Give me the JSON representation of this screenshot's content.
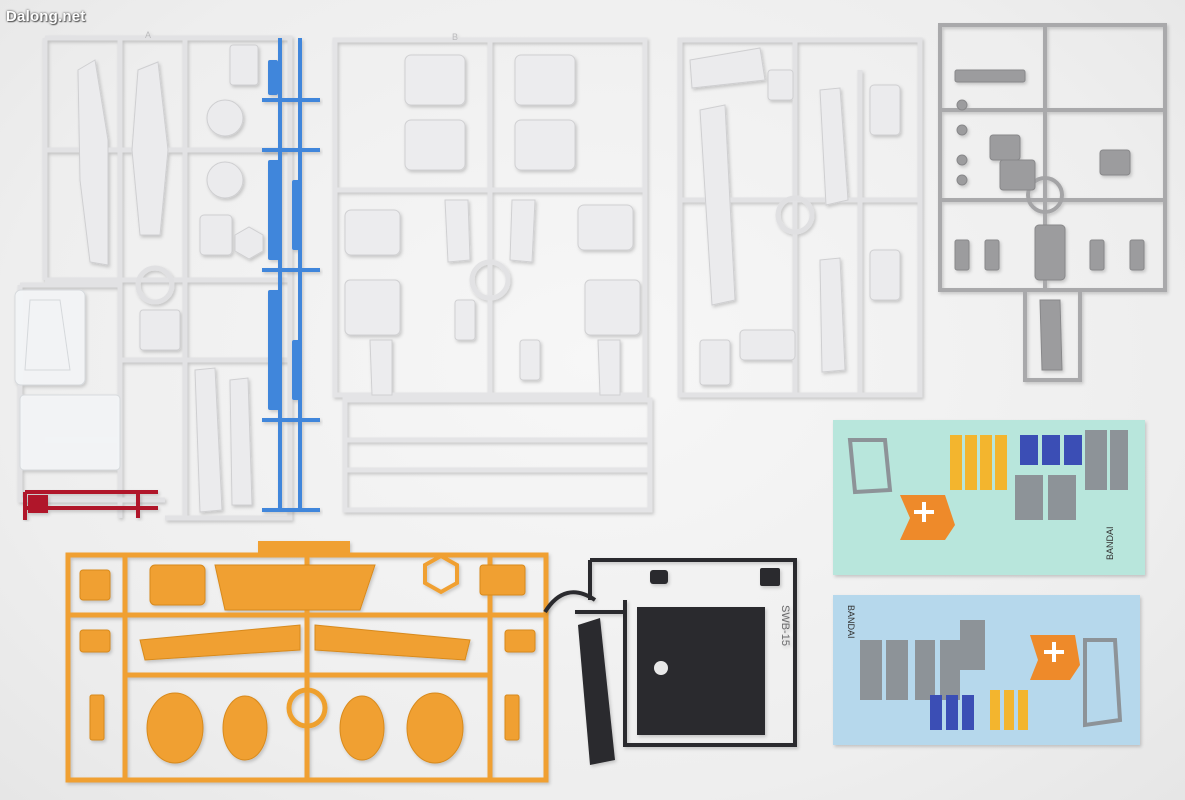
{
  "watermark": {
    "text": "Dalong.net"
  },
  "runners": {
    "a": {
      "tag": "A",
      "color": "#e4e4e6"
    },
    "b": {
      "tag": "B",
      "color": "#e6e6e8"
    },
    "c": {
      "color": "#e3e3e5"
    },
    "gray": {
      "color": "#a9a9ab"
    },
    "blue": {
      "color": "#3f86db"
    },
    "red": {
      "color": "#b0182a"
    },
    "orange": {
      "color": "#f0a030"
    },
    "black": {
      "color": "#2b2b2d",
      "engraving": "SWB-15"
    }
  },
  "decals": {
    "sheet1": {
      "background": "#b8e6dc",
      "brand": "BANDAI"
    },
    "sheet2": {
      "background": "#b6d8ec",
      "brand": "BANDAI"
    }
  }
}
